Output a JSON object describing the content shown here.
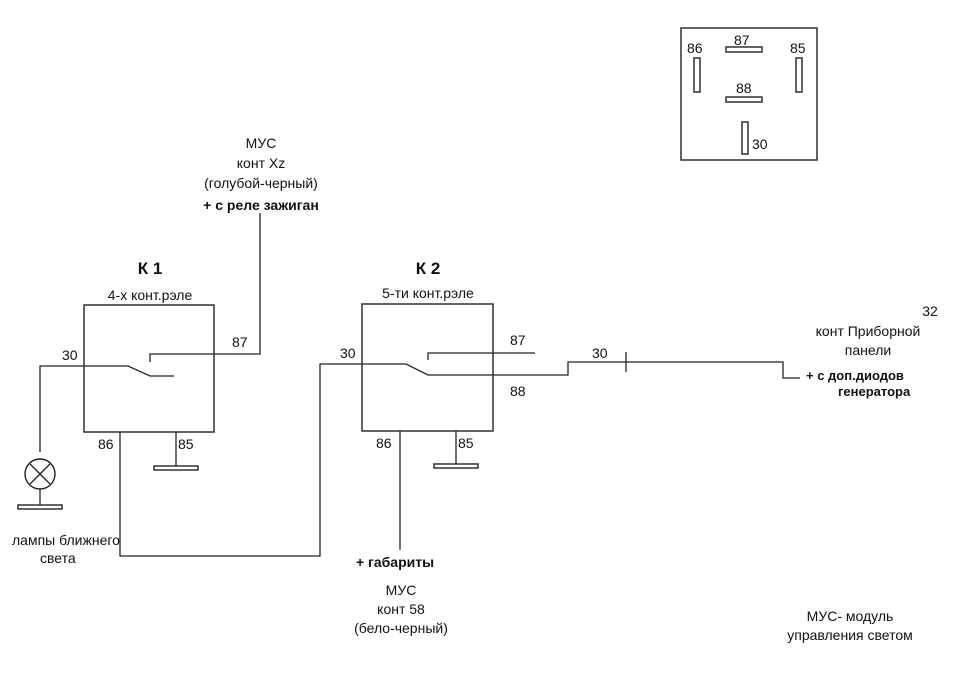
{
  "pinout": {
    "p86": "86",
    "p87": "87",
    "p85": "85",
    "p88": "88",
    "p30": "30"
  },
  "k1": {
    "title": "К 1",
    "subtitle": "4-х конт.рэле",
    "pin30": "30",
    "pin87": "87",
    "pin86": "86",
    "pin85": "85"
  },
  "k2": {
    "title": "К 2",
    "subtitle": "5-ти конт.рэле",
    "pin30": "30",
    "pin87": "87",
    "pin88": "88",
    "pin86": "86",
    "pin85": "85"
  },
  "mus_top": {
    "line1": "МУС",
    "line2": "конт Xz",
    "line3": "(голубой-черный)",
    "line4": "+ с реле зажиган"
  },
  "lamp": {
    "line1": "лампы ближнего",
    "line2": "света"
  },
  "gabarity": {
    "line1": "+ габариты",
    "line2": "МУС",
    "line3": "конт 58",
    "line4": "(бело-черный)"
  },
  "right": {
    "wire30": "30",
    "num": "32",
    "line1": "конт Приборной",
    "line2": "панели",
    "line3": "+ с доп.диодов",
    "line4": "генератора"
  },
  "legend": {
    "line1": "МУС- модуль",
    "line2": "управления светом"
  }
}
